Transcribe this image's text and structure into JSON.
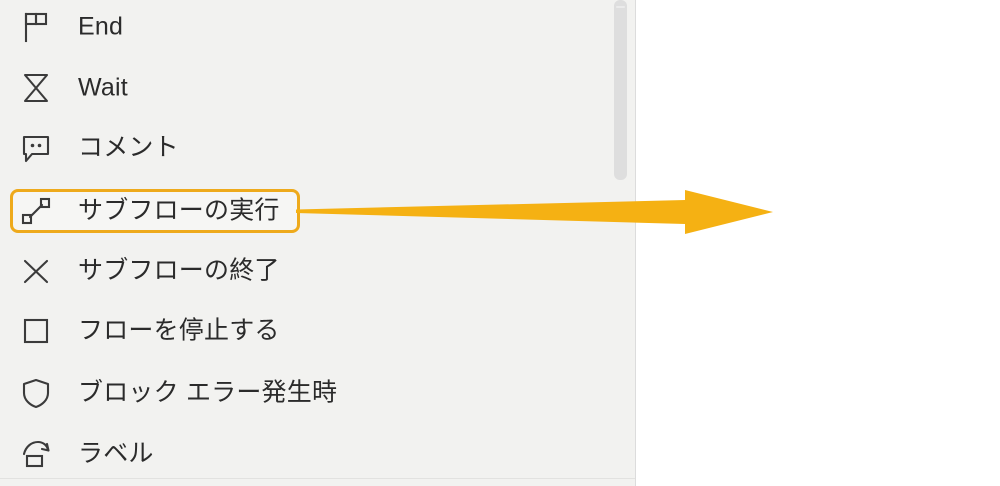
{
  "panel": {
    "name": "action-list-panel",
    "background_color": "#f2f2f0",
    "items": [
      {
        "label": "End",
        "icon": "flag-icon",
        "selected": false
      },
      {
        "label": "Wait",
        "icon": "hourglass-icon",
        "selected": false
      },
      {
        "label": "コメント",
        "icon": "comment-bubble-icon",
        "selected": false
      },
      {
        "label": "サブフローの実行",
        "icon": "run-subflow-icon",
        "selected": true
      },
      {
        "label": "サブフローの終了",
        "icon": "close-x-icon",
        "selected": false
      },
      {
        "label": "フローを停止する",
        "icon": "stop-square-icon",
        "selected": false
      },
      {
        "label": "ブロック エラー発生時",
        "icon": "shield-icon",
        "selected": false
      },
      {
        "label": "ラベル",
        "icon": "label-loop-icon",
        "selected": false
      }
    ]
  },
  "scrollbar": {
    "name": "vertical-scrollbar",
    "thumb_color": "#dedede"
  },
  "annotation": {
    "name": "callout-arrow",
    "shape": "tapered-right-arrow",
    "color": "#f5b113",
    "points_from": "サブフローの実行",
    "direction": "right"
  },
  "highlight": {
    "name": "selection-highlight-box",
    "border_color": "#eeaa1c",
    "target_label": "サブフローの実行"
  },
  "canvas": {
    "name": "empty-canvas-area",
    "background_color": "#ffffff"
  }
}
